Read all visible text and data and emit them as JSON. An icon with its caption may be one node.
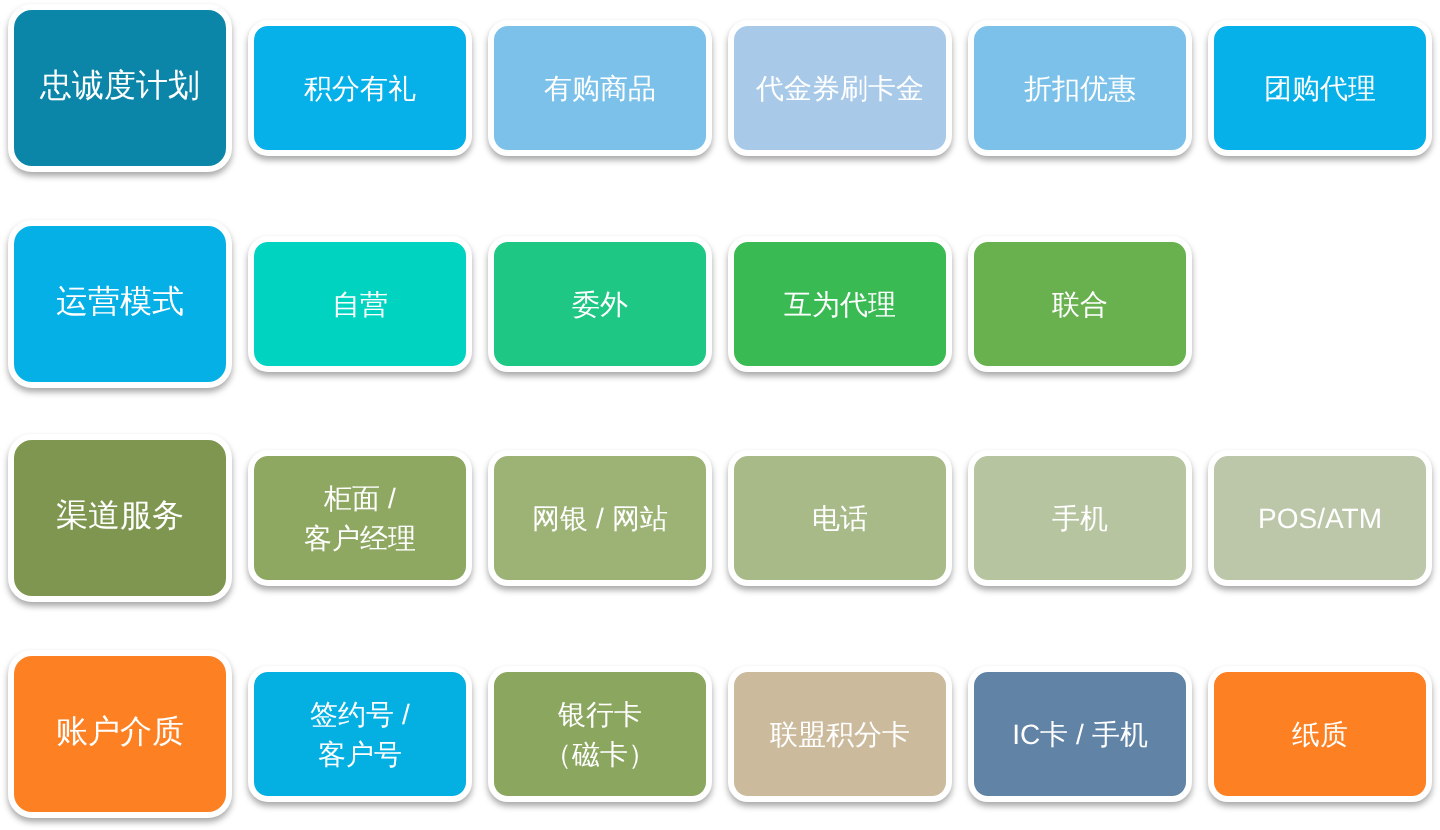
{
  "diagram": {
    "nodes": [
      {
        "text": [
          "忠诚度计划"
        ]
      },
      {
        "text": [
          "积分有礼"
        ]
      },
      {
        "text": [
          "有购商品"
        ]
      },
      {
        "text": [
          "代金券刷卡金"
        ]
      },
      {
        "text": [
          "折扣优惠"
        ]
      },
      {
        "text": [
          "团购代理"
        ]
      },
      {
        "text": [
          "运营模式"
        ]
      },
      {
        "text": [
          "自营"
        ]
      },
      {
        "text": [
          "委外"
        ]
      },
      {
        "text": [
          "互为代理"
        ]
      },
      {
        "text": [
          "联合"
        ]
      },
      {
        "text": [
          "渠道服务"
        ]
      },
      {
        "text": [
          "柜面 / 客户经理"
        ]
      },
      {
        "text": [
          "网银 / 网站"
        ]
      },
      {
        "text": [
          "电话"
        ]
      },
      {
        "text": [
          "手机"
        ]
      },
      {
        "text": [
          "POS/ATM"
        ]
      },
      {
        "text": [
          "账户介质"
        ]
      },
      {
        "text": [
          "签约号 / 客户号"
        ]
      },
      {
        "text": [
          "银行卡（磁卡）"
        ]
      },
      {
        "text": [
          "联盟积分卡"
        ]
      },
      {
        "text": [
          "IC卡 / 手机"
        ]
      },
      {
        "text": [
          "纸质"
        ]
      }
    ]
  }
}
